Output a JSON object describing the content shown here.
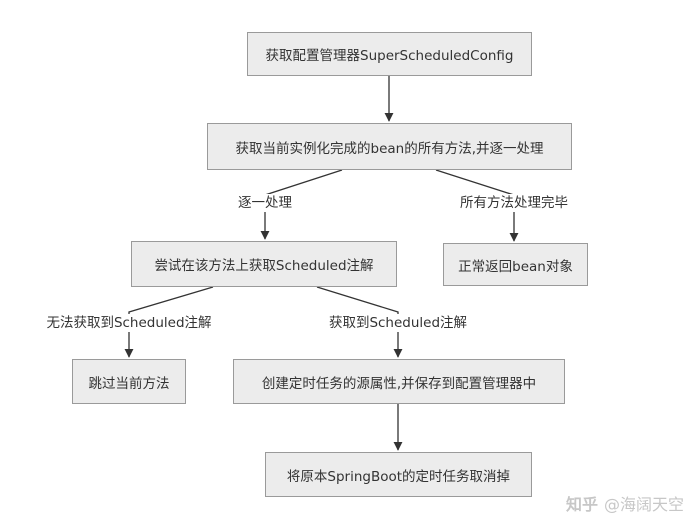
{
  "nodes": {
    "get_config": "获取配置管理器SuperScheduledConfig",
    "get_methods": "获取当前实例化完成的bean的所有方法,并逐一处理",
    "try_get_scheduled": "尝试在该方法上获取Scheduled注解",
    "return_bean": "正常返回bean对象",
    "skip_method": "跳过当前方法",
    "create_task": "创建定时任务的源属性,并保存到配置管理器中",
    "cancel_task": "将原本SpringBoot的定时任务取消掉"
  },
  "edge_labels": {
    "process_each": "逐一处理",
    "all_done": "所有方法处理完毕",
    "not_found": "无法获取到Scheduled注解",
    "found": "获取到Scheduled注解"
  },
  "watermark": {
    "brand": "知乎",
    "author": "@海阔天空"
  }
}
